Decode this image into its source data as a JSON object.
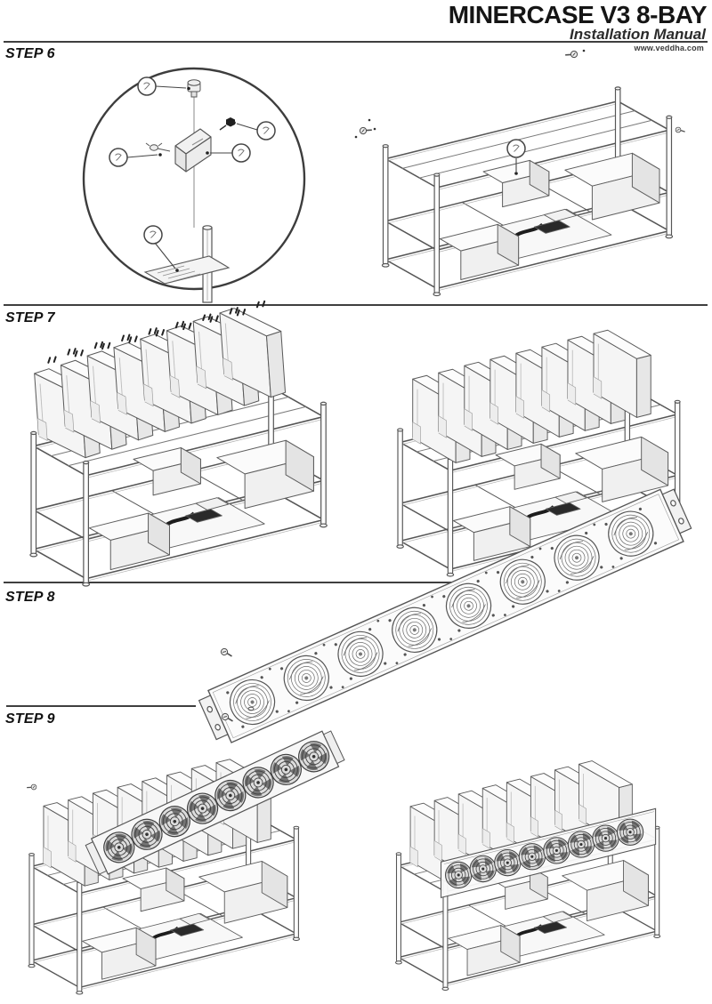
{
  "header": {
    "title": "MINERCASE V3 8-BAY",
    "subtitle": "Installation Manual",
    "website": "www.veddha.com"
  },
  "steps": {
    "step6": {
      "label": "STEP 6"
    },
    "step7": {
      "label": "STEP 7"
    },
    "step8": {
      "label": "STEP 8"
    },
    "step9": {
      "label": "STEP 9"
    }
  },
  "colors": {
    "ink": "#4a4a4a",
    "divider": "#3f3f3f",
    "paper": "#ffffff",
    "shade_light": "#f5f5f5",
    "shade_mid": "#e5e5e5"
  }
}
